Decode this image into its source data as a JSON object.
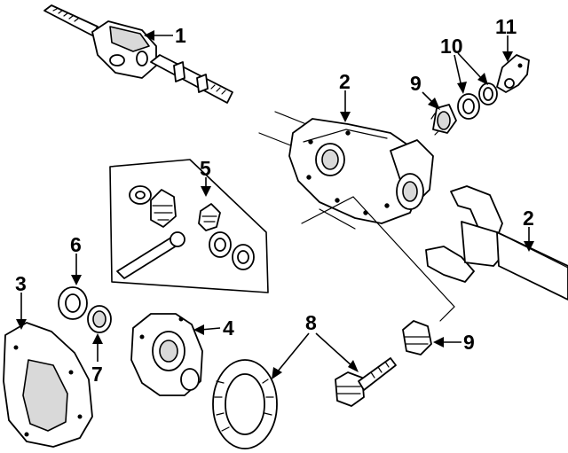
{
  "callouts": {
    "c1": "1",
    "c2a": "2",
    "c2b": "2",
    "c3": "3",
    "c4": "4",
    "c5": "5",
    "c6": "6",
    "c7": "7",
    "c8": "8",
    "c9a": "9",
    "c9b": "9",
    "c10": "10",
    "c11": "11"
  }
}
